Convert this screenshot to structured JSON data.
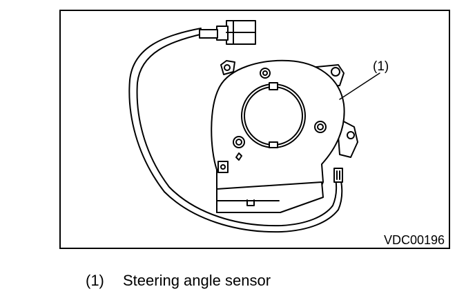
{
  "figure": {
    "callout_label": "(1)",
    "figure_code": "VDC00196"
  },
  "legend": [
    {
      "number": "(1)",
      "text": "Steering angle sensor"
    }
  ]
}
